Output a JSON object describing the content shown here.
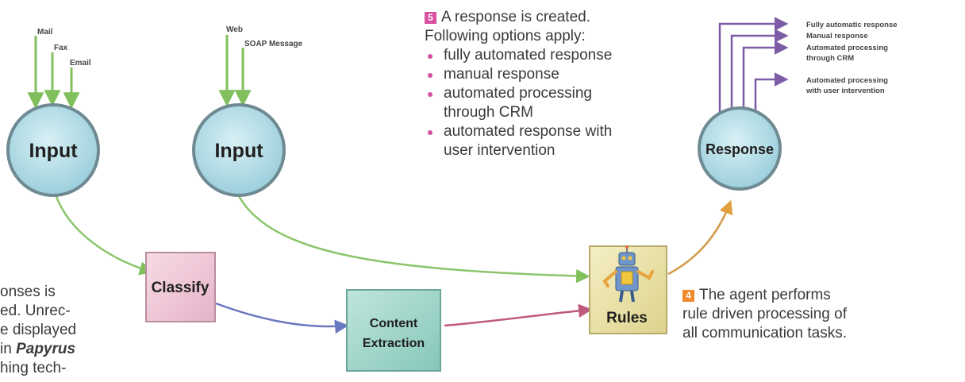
{
  "inputs": [
    {
      "label": "Input",
      "sources": [
        "Mail",
        "Fax",
        "Email"
      ]
    },
    {
      "label": "Input",
      "sources": [
        "Web",
        "SOAP Message"
      ]
    }
  ],
  "process_nodes": {
    "classify": "Classify",
    "content_extraction": [
      "Content",
      "Extraction"
    ],
    "rules": "Rules"
  },
  "response": {
    "label": "Response",
    "outputs": [
      "Fully automatic response",
      "Manual response",
      "Automated processing",
      "through CRM",
      "Automated processing",
      "with user intervention"
    ]
  },
  "step5": {
    "number": "5",
    "lines": [
      "A response is created.",
      "Following options apply:"
    ],
    "options": [
      [
        "fully automated response"
      ],
      [
        "manual response"
      ],
      [
        "automated processing",
        "through CRM"
      ],
      [
        "automated response with",
        "user intervention"
      ]
    ]
  },
  "step4": {
    "number": "4",
    "lines": [
      "The agent performs",
      "rule driven processing of",
      "all communication tasks."
    ]
  },
  "left_text": {
    "line1": "onses is",
    "line2": "ed. Unrec-",
    "line3": "e displayed",
    "line4_prefix": "in ",
    "line4_em": "Papyrus",
    "line5": "hing tech-"
  },
  "colors": {
    "node_circle": "#b4dde6",
    "classify_box": "#f0c6d6",
    "extraction_box": "#9fd3c9",
    "rules_box": "#ebe3a9",
    "badge_pink": "#d94fa2",
    "badge_orange": "#ef8a2b",
    "green_arrow": "#8cc56c",
    "purple_line": "#7c5ca6",
    "bullet": "#d44fa0"
  }
}
